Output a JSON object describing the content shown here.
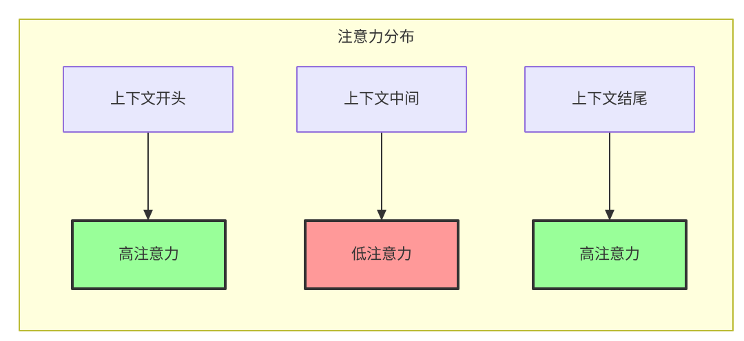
{
  "diagram": {
    "title": "注意力分布",
    "background_color": "#ffffdd",
    "border_color": "#bbbb33",
    "nodes": {
      "top": [
        {
          "id": "context-start",
          "label": "上下文开头",
          "fill": "#e8e8fd",
          "border": "#9370db"
        },
        {
          "id": "context-middle",
          "label": "上下文中间",
          "fill": "#e8e8fd",
          "border": "#9370db"
        },
        {
          "id": "context-end",
          "label": "上下文结尾",
          "fill": "#e8e8fd",
          "border": "#9370db"
        }
      ],
      "bottom": [
        {
          "id": "high-attention-start",
          "label": "高注意力",
          "fill": "#99ff99",
          "border": "#333333"
        },
        {
          "id": "low-attention-middle",
          "label": "低注意力",
          "fill": "#ff9999",
          "border": "#333333"
        },
        {
          "id": "high-attention-end",
          "label": "高注意力",
          "fill": "#99ff99",
          "border": "#333333"
        }
      ]
    },
    "edges": [
      {
        "from": "context-start",
        "to": "high-attention-start",
        "label": ""
      },
      {
        "from": "context-middle",
        "to": "low-attention-middle",
        "label": ""
      },
      {
        "from": "context-end",
        "to": "high-attention-end",
        "label": ""
      }
    ]
  }
}
